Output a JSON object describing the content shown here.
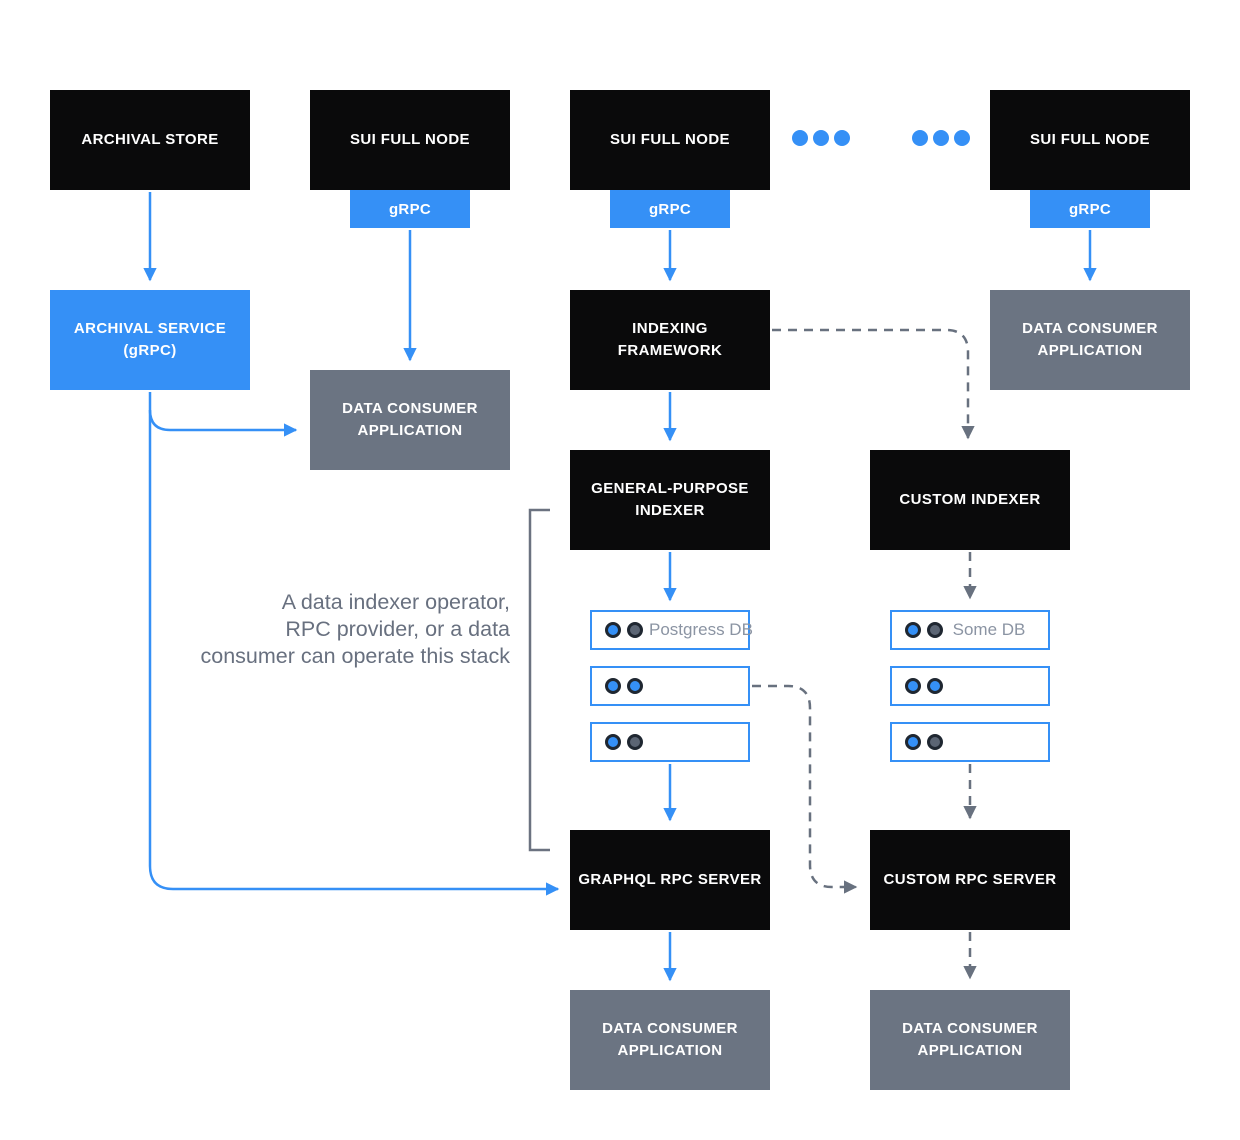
{
  "colors": {
    "accent-blue": "#3590f6",
    "box-black": "#0a0a0b",
    "box-gray": "#6b7482",
    "dash-gray": "#68717f",
    "bracket-gray": "#6b7280",
    "annotation-gray": "#68707f",
    "db-label-gray": "#8b94a3",
    "dot-ring": "#1f2731",
    "dot-gray": "#5b6574"
  },
  "boxes": {
    "archival_store": "ARCHIVAL STORE",
    "sui_full_node": "SUI FULL NODE",
    "grpc": "gRPC",
    "archival_service": "ARCHIVAL SERVICE (gRPC)",
    "data_consumer": "DATA CONSUMER APPLICATION",
    "indexing_framework": "INDEXING FRAMEWORK",
    "general_purpose_indexer": "GENERAL-PURPOSE INDEXER",
    "custom_indexer": "CUSTOM INDEXER",
    "graphql_rpc_server": "GRAPHQL RPC SERVER",
    "custom_rpc_server": "CUSTOM RPC SERVER"
  },
  "db_middle": {
    "rows": [
      {
        "label": "Postgress DB",
        "dots": [
          "blue",
          "gray"
        ]
      },
      {
        "label": "",
        "dots": [
          "blue",
          "blue"
        ]
      },
      {
        "label": "",
        "dots": [
          "blue",
          "gray"
        ]
      }
    ]
  },
  "db_right": {
    "rows": [
      {
        "label": "Some DB",
        "dots": [
          "blue",
          "gray"
        ]
      },
      {
        "label": "",
        "dots": [
          "blue",
          "blue"
        ]
      },
      {
        "label": "",
        "dots": [
          "blue",
          "gray"
        ]
      }
    ]
  },
  "annotation": {
    "lines": [
      "A data indexer operator,",
      "RPC provider, or a data",
      "consumer can operate this stack"
    ]
  }
}
